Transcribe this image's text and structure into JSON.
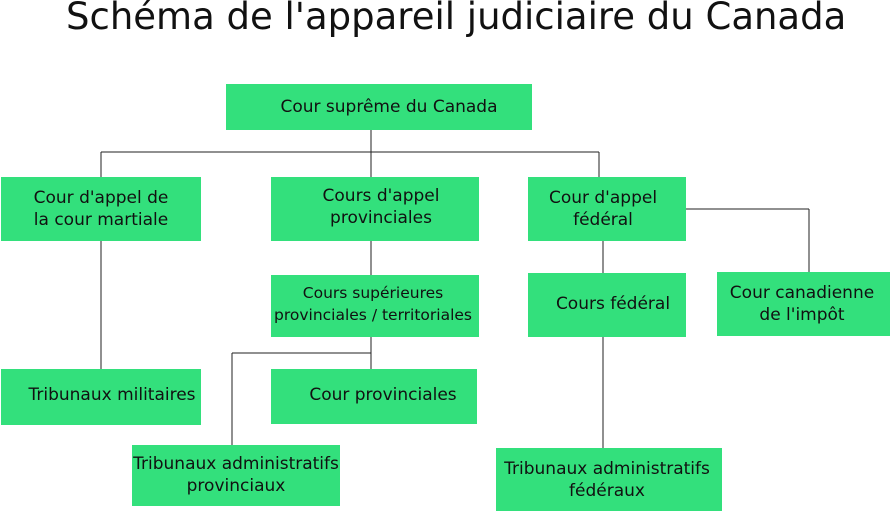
{
  "title": "Schéma de l'appareil judiciaire du Canada",
  "colors": {
    "box_fill": "#33e07c",
    "connector": "#222222",
    "text": "#111111"
  },
  "nodes": {
    "supreme": "Cour suprême du Canada",
    "court_martial_appeal": "Cour d'appel de\nla cour martiale",
    "provincial_appeal": "Cours d'appel\nprovinciales",
    "federal_appeal": "Cour d'appel\nfédéral",
    "superior_courts": "Cours supérieures\nprovinciales / territoriales",
    "federal_court": "Cours fédéral",
    "tax_court": "Cour canadienne\nde l'impôt",
    "military_tribunals": "Tribunaux militaires",
    "provincial_courts": "Cour provinciales",
    "provincial_admin_tribunals": "Tribunaux administratifs\nprovinciaux",
    "federal_admin_tribunals": "Tribunaux administratifs\nfédéraux"
  }
}
